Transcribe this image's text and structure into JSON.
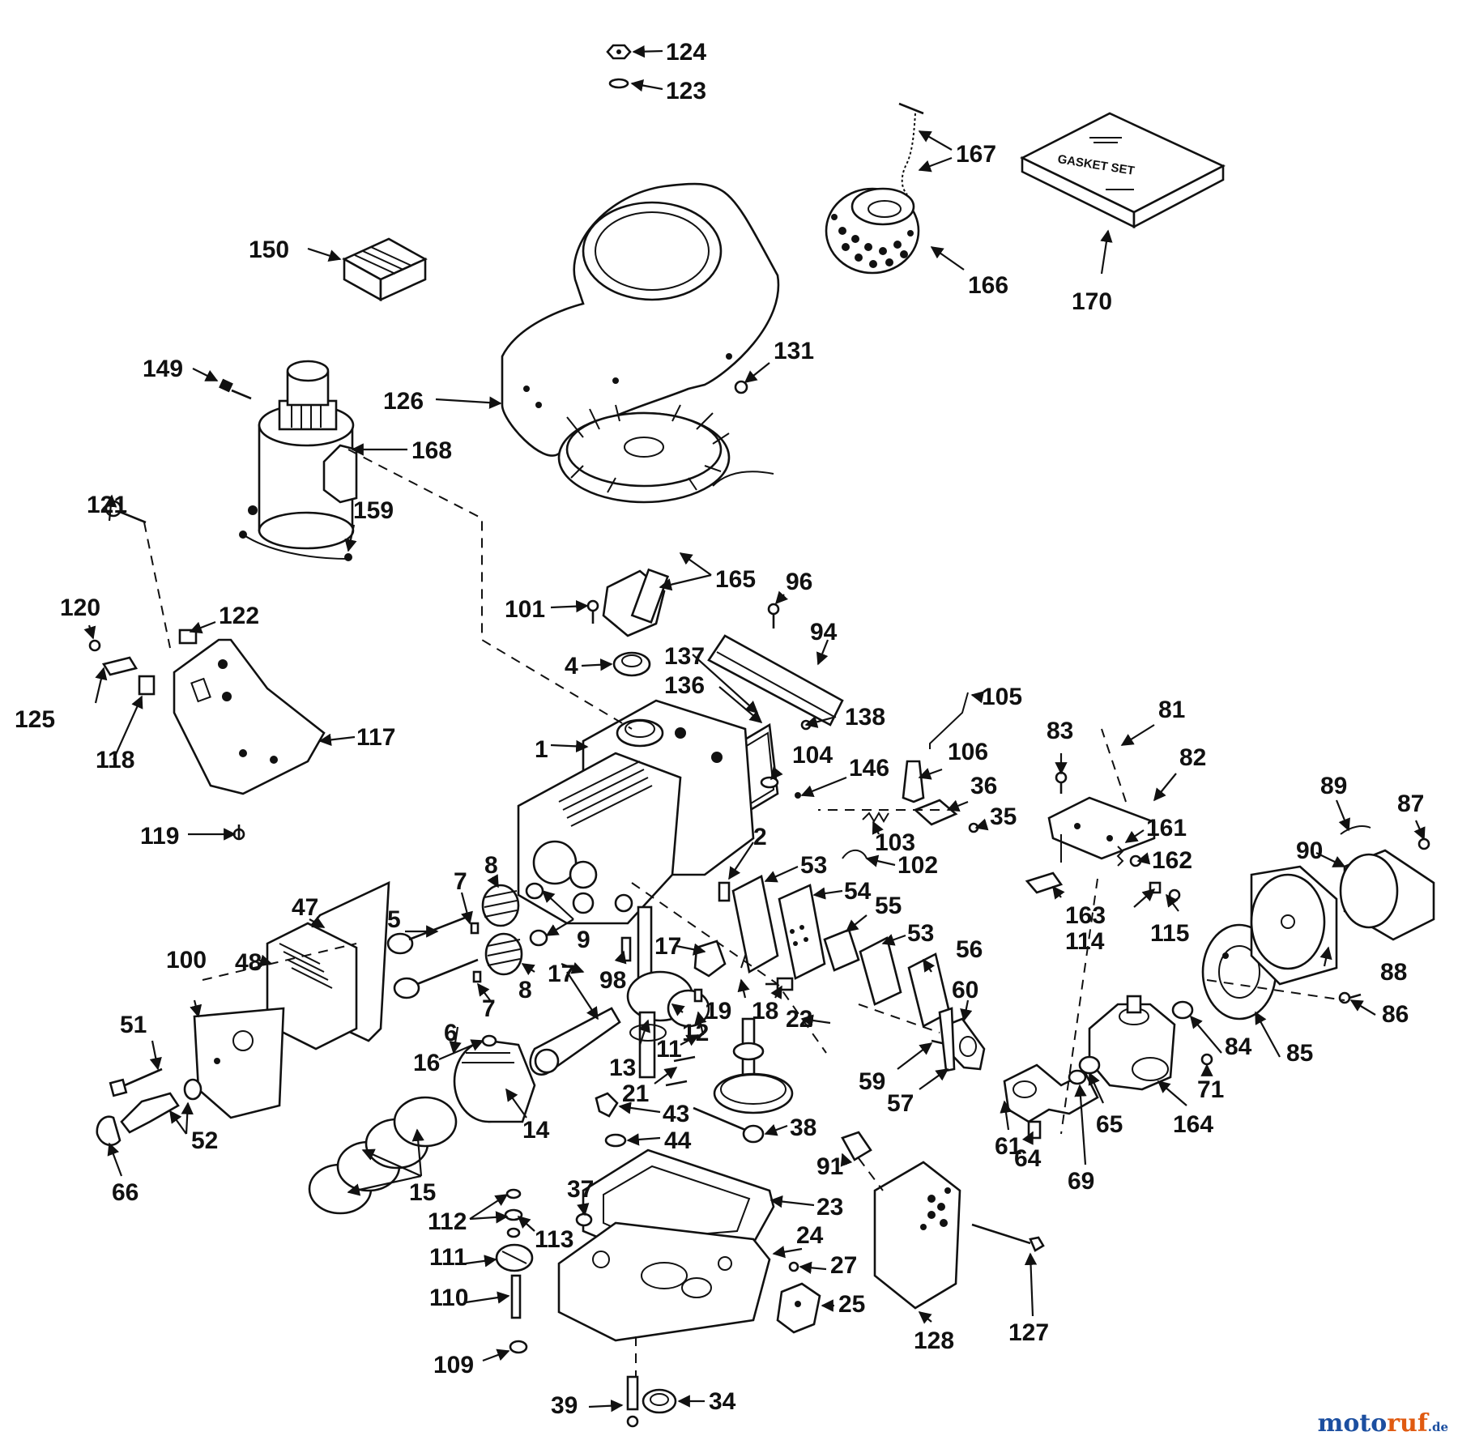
{
  "diagram": {
    "gasket_box_text": "GASKET SET",
    "watermark": {
      "part_a": "moto",
      "part_b": "ruf",
      "part_c": ".de"
    },
    "labels": [
      {
        "id": "124",
        "text": "124"
      },
      {
        "id": "123",
        "text": "123"
      },
      {
        "id": "167",
        "text": "167"
      },
      {
        "id": "166",
        "text": "166"
      },
      {
        "id": "170",
        "text": "170"
      },
      {
        "id": "150",
        "text": "150"
      },
      {
        "id": "131",
        "text": "131"
      },
      {
        "id": "149",
        "text": "149"
      },
      {
        "id": "126",
        "text": "126"
      },
      {
        "id": "168",
        "text": "168"
      },
      {
        "id": "121",
        "text": "121"
      },
      {
        "id": "159",
        "text": "159"
      },
      {
        "id": "165",
        "text": "165"
      },
      {
        "id": "96",
        "text": "96"
      },
      {
        "id": "120",
        "text": "120"
      },
      {
        "id": "122",
        "text": "122"
      },
      {
        "id": "101",
        "text": "101"
      },
      {
        "id": "94",
        "text": "94"
      },
      {
        "id": "137",
        "text": "137"
      },
      {
        "id": "4",
        "text": "4"
      },
      {
        "id": "136",
        "text": "136"
      },
      {
        "id": "105",
        "text": "105"
      },
      {
        "id": "125",
        "text": "125"
      },
      {
        "id": "138",
        "text": "138"
      },
      {
        "id": "81",
        "text": "81"
      },
      {
        "id": "117",
        "text": "117"
      },
      {
        "id": "1",
        "text": "1"
      },
      {
        "id": "83",
        "text": "83"
      },
      {
        "id": "118",
        "text": "118"
      },
      {
        "id": "104",
        "text": "104"
      },
      {
        "id": "106",
        "text": "106"
      },
      {
        "id": "146",
        "text": "146"
      },
      {
        "id": "82",
        "text": "82"
      },
      {
        "id": "36",
        "text": "36"
      },
      {
        "id": "89",
        "text": "89"
      },
      {
        "id": "87",
        "text": "87"
      },
      {
        "id": "35",
        "text": "35"
      },
      {
        "id": "161",
        "text": "161"
      },
      {
        "id": "119",
        "text": "119"
      },
      {
        "id": "103",
        "text": "103"
      },
      {
        "id": "2",
        "text": "2"
      },
      {
        "id": "90",
        "text": "90"
      },
      {
        "id": "162",
        "text": "162"
      },
      {
        "id": "102",
        "text": "102"
      },
      {
        "id": "53a",
        "text": "53"
      },
      {
        "id": "8a",
        "text": "8"
      },
      {
        "id": "7a",
        "text": "7"
      },
      {
        "id": "54",
        "text": "54"
      },
      {
        "id": "47",
        "text": "47"
      },
      {
        "id": "163",
        "text": "163"
      },
      {
        "id": "5",
        "text": "5"
      },
      {
        "id": "55",
        "text": "55"
      },
      {
        "id": "114",
        "text": "114"
      },
      {
        "id": "100",
        "text": "100"
      },
      {
        "id": "48",
        "text": "48"
      },
      {
        "id": "9",
        "text": "9"
      },
      {
        "id": "53b",
        "text": "53"
      },
      {
        "id": "115",
        "text": "115"
      },
      {
        "id": "17a",
        "text": "17"
      },
      {
        "id": "88",
        "text": "88"
      },
      {
        "id": "56",
        "text": "56"
      },
      {
        "id": "98",
        "text": "98"
      },
      {
        "id": "17b",
        "text": "17"
      },
      {
        "id": "8b",
        "text": "8"
      },
      {
        "id": "60",
        "text": "60"
      },
      {
        "id": "51",
        "text": "51"
      },
      {
        "id": "7b",
        "text": "7"
      },
      {
        "id": "19",
        "text": "19"
      },
      {
        "id": "18",
        "text": "18"
      },
      {
        "id": "86",
        "text": "86"
      },
      {
        "id": "22",
        "text": "22"
      },
      {
        "id": "6",
        "text": "6"
      },
      {
        "id": "12",
        "text": "12"
      },
      {
        "id": "84",
        "text": "84"
      },
      {
        "id": "85",
        "text": "85"
      },
      {
        "id": "16",
        "text": "16"
      },
      {
        "id": "11",
        "text": "11"
      },
      {
        "id": "13",
        "text": "13"
      },
      {
        "id": "59",
        "text": "59"
      },
      {
        "id": "71",
        "text": "71"
      },
      {
        "id": "21",
        "text": "21"
      },
      {
        "id": "57",
        "text": "57"
      },
      {
        "id": "65",
        "text": "65"
      },
      {
        "id": "164",
        "text": "164"
      },
      {
        "id": "14",
        "text": "14"
      },
      {
        "id": "52",
        "text": "52"
      },
      {
        "id": "43",
        "text": "43"
      },
      {
        "id": "38",
        "text": "38"
      },
      {
        "id": "61",
        "text": "61"
      },
      {
        "id": "64",
        "text": "64"
      },
      {
        "id": "66",
        "text": "66"
      },
      {
        "id": "44",
        "text": "44"
      },
      {
        "id": "91",
        "text": "91"
      },
      {
        "id": "69",
        "text": "69"
      },
      {
        "id": "15",
        "text": "15"
      },
      {
        "id": "23",
        "text": "23"
      },
      {
        "id": "37",
        "text": "37"
      },
      {
        "id": "112",
        "text": "112"
      },
      {
        "id": "113",
        "text": "113"
      },
      {
        "id": "24",
        "text": "24"
      },
      {
        "id": "111",
        "text": "111"
      },
      {
        "id": "27",
        "text": "27"
      },
      {
        "id": "110",
        "text": "110"
      },
      {
        "id": "25",
        "text": "25"
      },
      {
        "id": "127",
        "text": "127"
      },
      {
        "id": "128",
        "text": "128"
      },
      {
        "id": "109",
        "text": "109"
      },
      {
        "id": "39",
        "text": "39"
      },
      {
        "id": "34",
        "text": "34"
      }
    ]
  }
}
